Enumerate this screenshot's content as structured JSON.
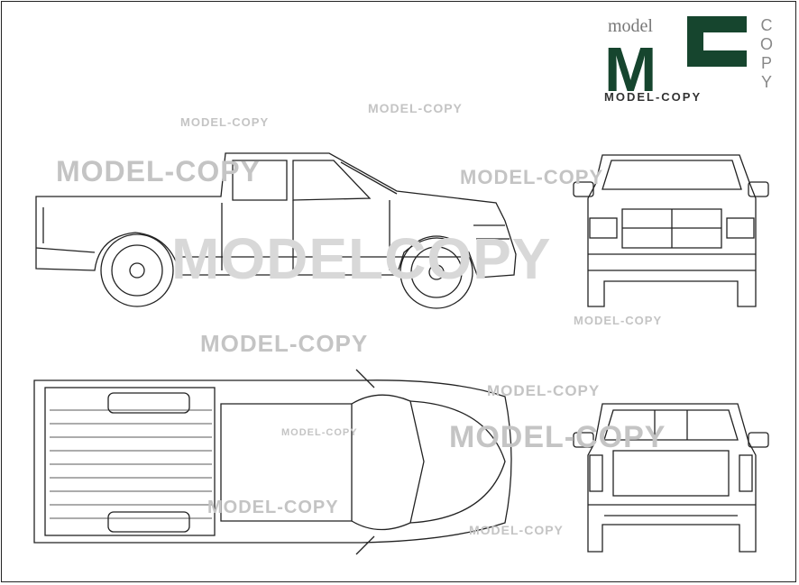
{
  "logo": {
    "small_text": "model",
    "letters": "M",
    "c_letter": "C",
    "side_text": "COPY",
    "bottom_text": "MODEL-COPY",
    "brand_color": "#16452e"
  },
  "watermarks": [
    "MODEL-COPY",
    "MODEL-COPY",
    "MODEL-COPY",
    "MODEL-COPY",
    "MODEL-COPY",
    "MODEL-COPY",
    "MODEL-COPY",
    "MODEL-COPY",
    "MODEL-COPY",
    "MODEL-COPY",
    "MODEL-COPY",
    "MODELCOPY"
  ],
  "views": [
    "side-view",
    "front-view",
    "top-view",
    "rear-view"
  ]
}
